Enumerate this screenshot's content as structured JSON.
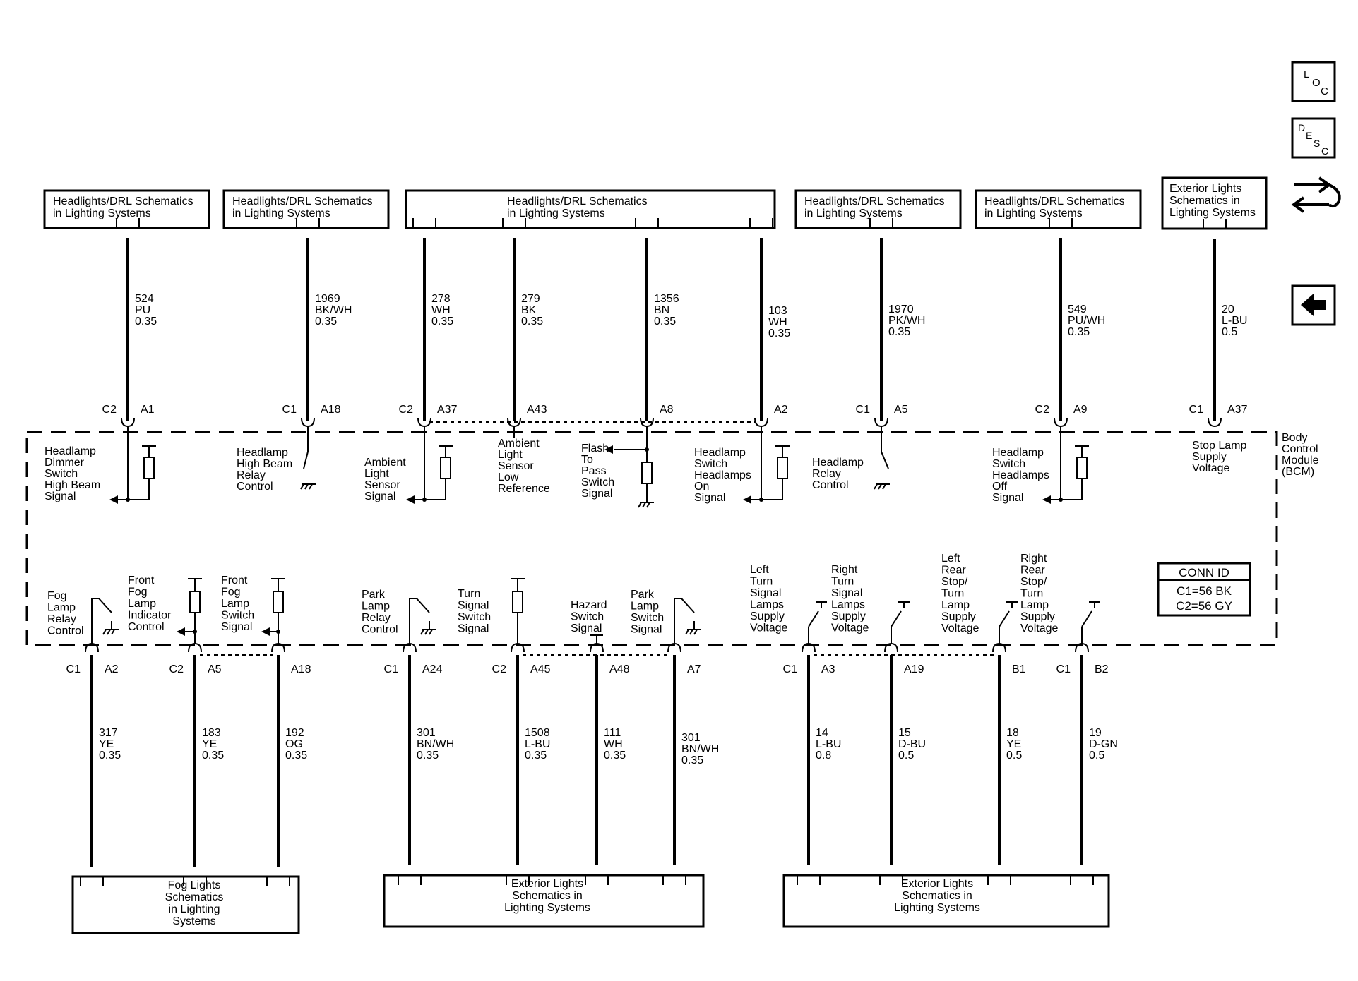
{
  "nav": {
    "loc": [
      "L",
      "O",
      "C"
    ],
    "desc": [
      "D",
      "E",
      "S",
      "C"
    ]
  },
  "top_boxes": [
    {
      "lines": [
        "Headlights/DRL Schematics",
        "in Lighting Systems"
      ]
    },
    {
      "lines": [
        "Headlights/DRL Schematics",
        "in Lighting Systems"
      ]
    },
    {
      "lines": [
        "Headlights/DRL Schematics",
        "in Lighting Systems"
      ]
    },
    {
      "lines": [
        "Headlights/DRL Schematics",
        "in Lighting Systems"
      ]
    },
    {
      "lines": [
        "Headlights/DRL Schematics",
        "in Lighting Systems"
      ]
    },
    {
      "lines": [
        "Exterior Lights",
        "Schematics in",
        "Lighting Systems"
      ]
    }
  ],
  "bottom_boxes": [
    {
      "lines": [
        "Fog Lights",
        "Schematics",
        "in Lighting",
        "Systems"
      ]
    },
    {
      "lines": [
        "Exterior Lights",
        "Schematics in",
        "Lighting Systems"
      ]
    },
    {
      "lines": [
        "Exterior Lights",
        "Schematics in",
        "Lighting Systems"
      ]
    }
  ],
  "top_wires": [
    {
      "circuit": "524",
      "color": "PU",
      "gauge": "0.35"
    },
    {
      "circuit": "1969",
      "color": "BK/WH",
      "gauge": "0.35"
    },
    {
      "circuit": "278",
      "color": "WH",
      "gauge": "0.35"
    },
    {
      "circuit": "279",
      "color": "BK",
      "gauge": "0.35"
    },
    {
      "circuit": "1356",
      "color": "BN",
      "gauge": "0.35"
    },
    {
      "circuit": "103",
      "color": "WH",
      "gauge": "0.35"
    },
    {
      "circuit": "1970",
      "color": "PK/WH",
      "gauge": "0.35"
    },
    {
      "circuit": "549",
      "color": "PU/WH",
      "gauge": "0.35"
    },
    {
      "circuit": "20",
      "color": "L-BU",
      "gauge": "0.5"
    }
  ],
  "bottom_wires": [
    {
      "circuit": "317",
      "color": "YE",
      "gauge": "0.35"
    },
    {
      "circuit": "183",
      "color": "YE",
      "gauge": "0.35"
    },
    {
      "circuit": "192",
      "color": "OG",
      "gauge": "0.35"
    },
    {
      "circuit": "301",
      "color": "BN/WH",
      "gauge": "0.35"
    },
    {
      "circuit": "1508",
      "color": "L-BU",
      "gauge": "0.35"
    },
    {
      "circuit": "111",
      "color": "WH",
      "gauge": "0.35"
    },
    {
      "circuit": "301",
      "color": "BN/WH",
      "gauge": "0.35"
    },
    {
      "circuit": "14",
      "color": "L-BU",
      "gauge": "0.8"
    },
    {
      "circuit": "15",
      "color": "D-BU",
      "gauge": "0.5"
    },
    {
      "circuit": "18",
      "color": "YE",
      "gauge": "0.5"
    },
    {
      "circuit": "19",
      "color": "D-GN",
      "gauge": "0.5"
    }
  ],
  "top_pins": [
    {
      "conn": "C2",
      "pin": "A1"
    },
    {
      "conn": "C1",
      "pin": "A18"
    },
    {
      "conn": "C2",
      "pin": "A37"
    },
    {
      "conn": "",
      "pin": "A43"
    },
    {
      "conn": "",
      "pin": "A8"
    },
    {
      "conn": "",
      "pin": "A2"
    },
    {
      "conn": "C1",
      "pin": "A5"
    },
    {
      "conn": "C2",
      "pin": "A9"
    },
    {
      "conn": "C1",
      "pin": "A37"
    }
  ],
  "bottom_pins": [
    {
      "conn": "C1",
      "pin": "A2"
    },
    {
      "conn": "C2",
      "pin": "A5"
    },
    {
      "conn": "",
      "pin": "A18"
    },
    {
      "conn": "C1",
      "pin": "A24"
    },
    {
      "conn": "C2",
      "pin": "A45"
    },
    {
      "conn": "",
      "pin": "A48"
    },
    {
      "conn": "",
      "pin": "A7"
    },
    {
      "conn": "C1",
      "pin": "A3"
    },
    {
      "conn": "",
      "pin": "A19"
    },
    {
      "conn": "",
      "pin": "B1"
    },
    {
      "conn": "C1",
      "pin": "B2"
    }
  ],
  "top_functions": [
    {
      "lines": [
        "Headlamp",
        "Dimmer",
        "Switch",
        "High Beam",
        "Signal"
      ]
    },
    {
      "lines": [
        "Headlamp",
        "High Beam",
        "Relay",
        "Control"
      ]
    },
    {
      "lines": [
        "Ambient",
        "Light",
        "Sensor",
        "Signal"
      ]
    },
    {
      "lines": [
        "Ambient",
        "Light",
        "Sensor",
        "Low",
        "Reference"
      ]
    },
    {
      "lines": [
        "Flash",
        "To",
        "Pass",
        "Switch",
        "Signal"
      ]
    },
    {
      "lines": [
        "Headlamp",
        "Switch",
        "Headlamps",
        "On",
        "Signal"
      ]
    },
    {
      "lines": [
        "Headlamp",
        "Relay",
        "Control"
      ]
    },
    {
      "lines": [
        "Headlamp",
        "Switch",
        "Headlamps",
        "Off",
        "Signal"
      ]
    },
    {
      "lines": [
        "Stop Lamp",
        "Supply",
        "Voltage"
      ]
    }
  ],
  "bottom_functions": [
    {
      "lines": [
        "Fog",
        "Lamp",
        "Relay",
        "Control"
      ]
    },
    {
      "lines": [
        "Front",
        "Fog",
        "Lamp",
        "Indicator",
        "Control"
      ]
    },
    {
      "lines": [
        "Front",
        "Fog",
        "Lamp",
        "Switch",
        "Signal"
      ]
    },
    {
      "lines": [
        "Park",
        "Lamp",
        "Relay",
        "Control"
      ]
    },
    {
      "lines": [
        "Turn",
        "Signal",
        "Switch",
        "Signal"
      ]
    },
    {
      "lines": [
        "Hazard",
        "Switch",
        "Signal"
      ]
    },
    {
      "lines": [
        "Park",
        "Lamp",
        "Switch",
        "Signal"
      ]
    },
    {
      "lines": [
        "Left",
        "Turn",
        "Signal",
        "Lamps",
        "Supply",
        "Voltage"
      ]
    },
    {
      "lines": [
        "Right",
        "Turn",
        "Signal",
        "Lamps",
        "Supply",
        "Voltage"
      ]
    },
    {
      "lines": [
        "Left",
        "Rear",
        "Stop/",
        "Turn",
        "Lamp",
        "Supply",
        "Voltage"
      ]
    },
    {
      "lines": [
        "Right",
        "Rear",
        "Stop/",
        "Turn",
        "Lamp",
        "Supply",
        "Voltage"
      ]
    }
  ],
  "module": {
    "lines": [
      "Body",
      "Control",
      "Module",
      "(BCM)"
    ]
  },
  "conn_id": {
    "title": "CONN ID",
    "c1": "C1=56 BK",
    "c2": "C2=56 GY"
  }
}
